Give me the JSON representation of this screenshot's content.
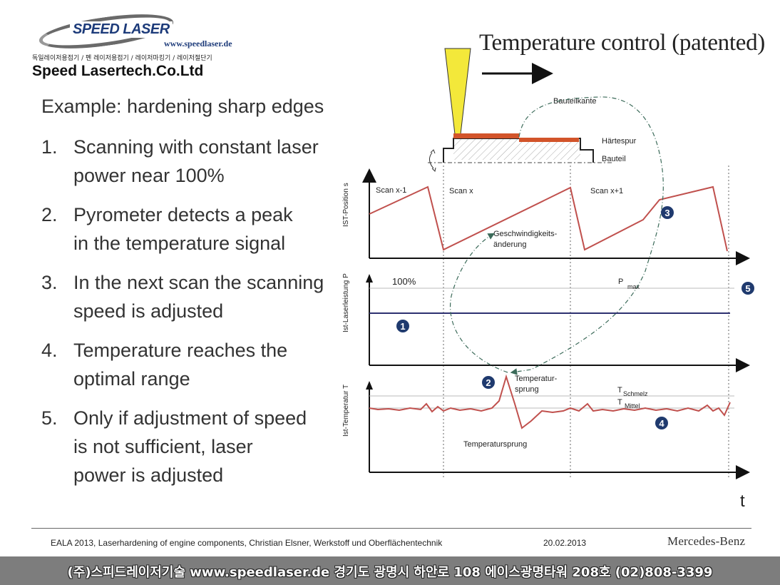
{
  "logo": {
    "brand": "SPEED LASER",
    "url": "www.speedlaser.de",
    "korean_line": "독일레이저용접기 / 펜 레이저용접기 / 레이저마킹기 / 레이저절단기",
    "company": "Speed Lasertech.Co.Ltd"
  },
  "title": "Temperature control (patented)",
  "intro": "Example: hardening sharp edges",
  "steps": [
    {
      "num": "1.",
      "lines": [
        "Scanning with constant laser",
        "power near 100%"
      ]
    },
    {
      "num": "2.",
      "lines": [
        "Pyrometer detects a peak",
        "in the temperature signal"
      ]
    },
    {
      "num": "3.",
      "lines": [
        "In the next scan the scanning",
        "speed is adjusted"
      ]
    },
    {
      "num": "4.",
      "lines": [
        "Temperature reaches the",
        "optimal range"
      ]
    },
    {
      "num": "5.",
      "lines": [
        "Only if adjustment of speed",
        "is not sufficient, laser",
        "power is adjusted"
      ]
    }
  ],
  "diagram": {
    "labels": {
      "bauteilkante": "Bauteilkante",
      "haertespur": "Härtespur",
      "bauteil": "Bauteil",
      "y_position": "IST-Position s",
      "scan_prev": "Scan x-1",
      "scan_cur": "Scan x",
      "scan_next": "Scan x+1",
      "speed_change_1": "Geschwindigkeits-",
      "speed_change_2": "änderung",
      "y_power": "Ist-Laserleistung P",
      "power_100": "100%",
      "pmax_main": "P",
      "pmax_sub": "max",
      "y_temp": "Ist-Temperatur T",
      "temp_jump_1": "Temperatur-",
      "temp_jump_2": "sprung",
      "tschmelz_main": "T",
      "tschmelz_sub": "Schmelz",
      "tmittel_main": "T",
      "tmittel_sub": "Mittel",
      "temp_jump_bottom": "Temperatursprung",
      "t_axis": "t"
    },
    "markers": [
      "1",
      "2",
      "3",
      "4",
      "5"
    ],
    "colors": {
      "laser_beam": "#f3e83a",
      "track": "#d2542a",
      "curve": "#c0504d",
      "power_line": "#2e3170",
      "marker": "#1f3a6e",
      "flow_arrow": "#3c6b5a"
    }
  },
  "footer": {
    "citation": "EALA 2013, Laserhardening  of engine components, Christian Elsner, Werkstoff und Oberflächentechnik",
    "date": "20.02.2013",
    "brand": "Mercedes-Benz",
    "bar_text": "(주)스피드레이저기술  www.speedlaser.de   경기도 광명시 하안로 108 에이스광명타워 208호 (02)808-3399"
  }
}
